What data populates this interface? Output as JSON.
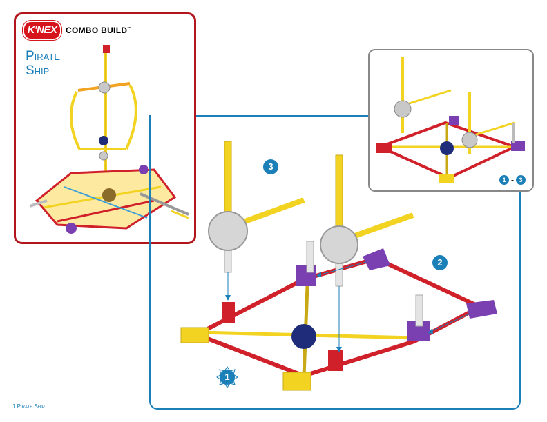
{
  "brand": {
    "logo_text": "K'NEX",
    "label": "COMBO BUILD",
    "trademark": "™"
  },
  "model": {
    "title_line1": "Pirate",
    "title_line2": "Ship"
  },
  "steps": {
    "step1": "1",
    "step2": "2",
    "step3": "3"
  },
  "preview": {
    "range_start": "1",
    "range_dash": "-",
    "range_end": "3"
  },
  "footer": {
    "text": "1 Pirate Ship"
  },
  "colors": {
    "accent_blue": "#1b7fb8",
    "cover_border_red": "#b2151b",
    "rod_red": "#d0202a",
    "rod_yellow": "#f2d321",
    "connector_purple": "#7a3fb0",
    "connector_navy": "#1f2c7a",
    "connector_grey": "#c8c8c8"
  },
  "icons": {
    "step1_badge": "starburst-badge-icon",
    "arrow": "guide-arrow-icon"
  }
}
